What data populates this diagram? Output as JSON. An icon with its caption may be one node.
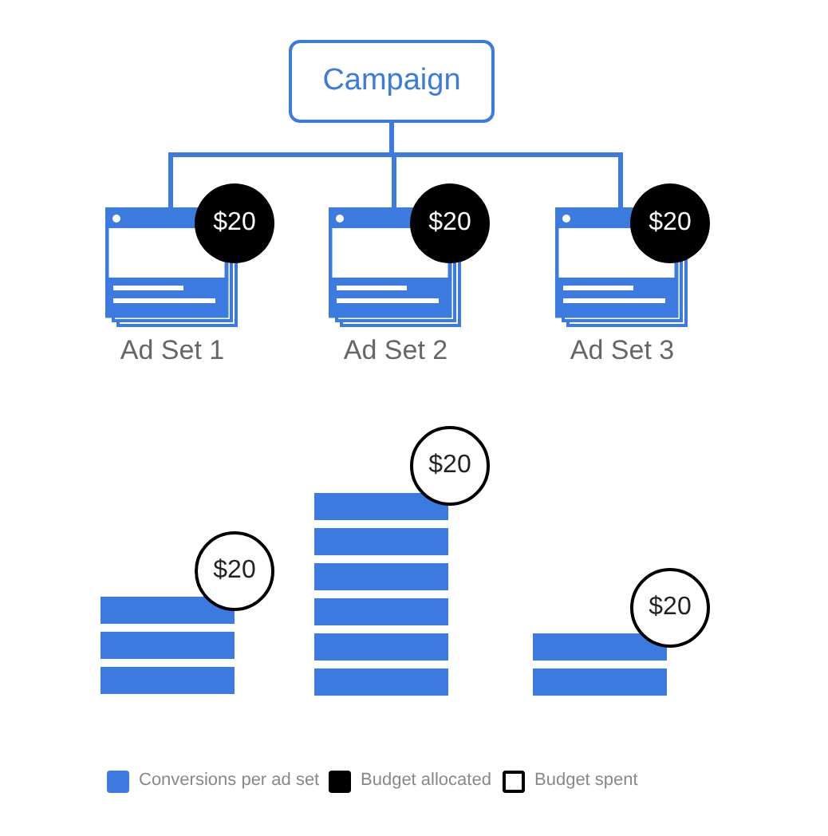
{
  "diagram": {
    "nodes": [
      {
        "text": [
          "Campaign"
        ]
      },
      {
        "text": [
          "Ad Set 1"
        ]
      },
      {
        "text": [
          "$20"
        ]
      },
      {
        "text": [
          "Ad Set 2"
        ]
      },
      {
        "text": [
          "$20"
        ]
      },
      {
        "text": [
          "Ad Set 3"
        ]
      },
      {
        "text": [
          "$20"
        ]
      },
      {
        "text": [
          "$20"
        ]
      },
      {
        "text": [
          "$20"
        ]
      },
      {
        "text": [
          "$20"
        ]
      }
    ],
    "edges": [
      {
        "from": 0,
        "to": 1,
        "arrow": "none"
      },
      {
        "from": 0,
        "to": 3,
        "arrow": "none"
      },
      {
        "from": 0,
        "to": 5,
        "arrow": "none"
      }
    ],
    "legend": [
      {
        "text": "Conversions per ad set",
        "color": "#3b7be0"
      },
      {
        "text": "Budget allocated",
        "color": "#000000"
      },
      {
        "text": "Budget spent",
        "color": "#ffffff"
      }
    ]
  }
}
